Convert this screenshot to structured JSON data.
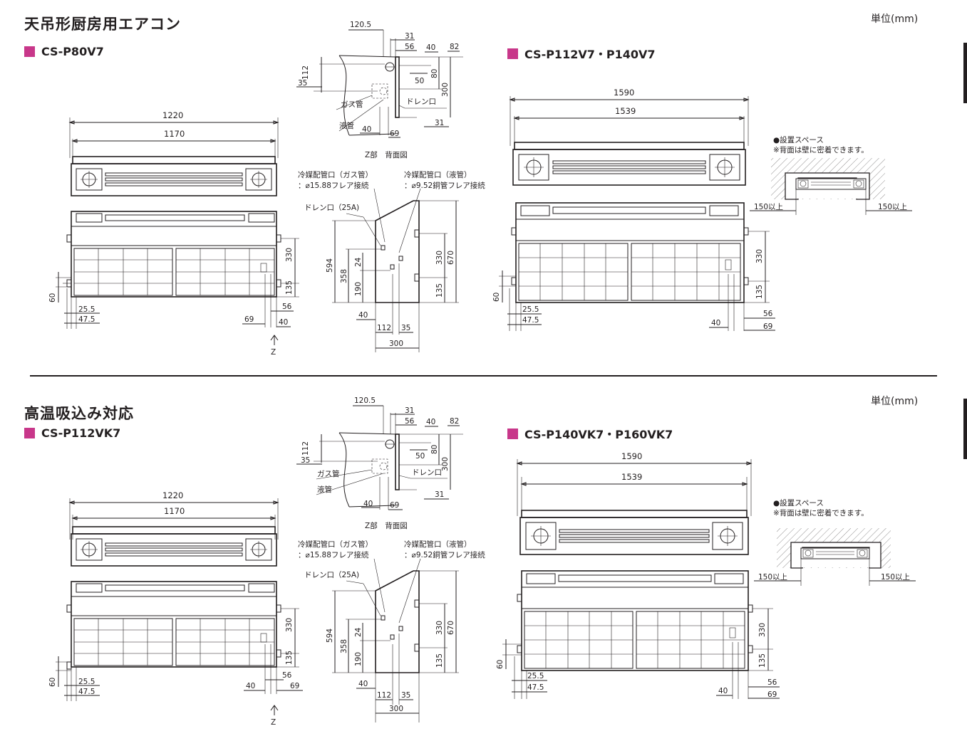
{
  "colors": {
    "accent": "#c8378a",
    "ink": "#231f20"
  },
  "sections": [
    {
      "title": "天吊形厨房用エアコン",
      "unit": "単位(mm)",
      "left": {
        "model": "CS-P80V7",
        "dims": {
          "overall": "1220",
          "pitch": "1170",
          "h330": "330",
          "h135": "135",
          "v60": "60",
          "d25": "25.5",
          "d47": "47.5",
          "d69": "69",
          "d56": "56",
          "d40": "40",
          "z": "Z"
        }
      },
      "detail": {
        "caption": "Z部　背面図",
        "gas": "ガス管",
        "liquid": "液管",
        "drain": "ドレン口",
        "dims": {
          "a": "120.5",
          "b": "31",
          "c": "56",
          "d": "40",
          "e": "82",
          "f": "112",
          "g": "35",
          "h": "50",
          "i": "80",
          "j": "300",
          "k": "31",
          "l": "40",
          "m": "69"
        }
      },
      "side": {
        "gas_label": "冷媒配管口（ガス管）",
        "gas_spec": "：⌀15.88フレア接続",
        "liq_label": "冷媒配管口（液管）",
        "liq_spec": "：⌀9.52銅管フレア接続",
        "drain": "ドレン口（25A)",
        "dims": {
          "d594": "594",
          "d358": "358",
          "d24": "24",
          "d190": "190",
          "d330": "330",
          "d670": "670",
          "d135": "135",
          "d40": "40",
          "d112": "112",
          "d35": "35",
          "d300": "300"
        }
      },
      "right": {
        "model": "CS-P112V7・P140V7",
        "dims": {
          "overall": "1590",
          "pitch": "1539",
          "h330": "330",
          "h135": "135",
          "v60": "60",
          "d25": "25.5",
          "d47": "47.5",
          "d56": "56",
          "d40": "40",
          "d69": "69"
        }
      },
      "space": {
        "title": "●設置スペース",
        "note": "※背面は壁に密着できます。",
        "left": "150以上",
        "right": "150以上"
      }
    },
    {
      "title": "高温吸込み対応",
      "unit": "単位(mm)",
      "left": {
        "model": "CS-P112VK7",
        "dims": {
          "overall": "1220",
          "pitch": "1170",
          "h330": "330",
          "h135": "135",
          "v60": "60",
          "d25": "25.5",
          "d47": "47.5",
          "d69": "69",
          "d56": "56",
          "d40": "40",
          "z": "Z"
        }
      },
      "detail": {
        "caption": "Z部　背面図",
        "gas": "ガス管",
        "liquid": "液管",
        "drain": "ドレン口",
        "dims": {
          "a": "120.5",
          "b": "31",
          "c": "56",
          "d": "40",
          "e": "82",
          "f": "112",
          "g": "35",
          "h": "50",
          "i": "80",
          "j": "300",
          "k": "31",
          "l": "40",
          "m": "69"
        }
      },
      "side": {
        "gas_label": "冷媒配管口（ガス管）",
        "gas_spec": "：⌀15.88フレア接続",
        "liq_label": "冷媒配管口（液管）",
        "liq_spec": "：⌀9.52銅管フレア接続",
        "drain": "ドレン口（25A)",
        "dims": {
          "d594": "594",
          "d358": "358",
          "d24": "24",
          "d190": "190",
          "d330": "330",
          "d670": "670",
          "d135": "135",
          "d40": "40",
          "d112": "112",
          "d35": "35",
          "d300": "300"
        }
      },
      "right": {
        "model": "CS-P140VK7・P160VK7",
        "dims": {
          "overall": "1590",
          "pitch": "1539",
          "h330": "330",
          "h135": "135",
          "v60": "60",
          "d25": "25.5",
          "d47": "47.5",
          "d56": "56",
          "d40": "40",
          "d69": "69"
        }
      },
      "space": {
        "title": "●設置スペース",
        "note": "※背面は壁に密着できます。",
        "left": "150以上",
        "right": "150以上"
      }
    }
  ]
}
